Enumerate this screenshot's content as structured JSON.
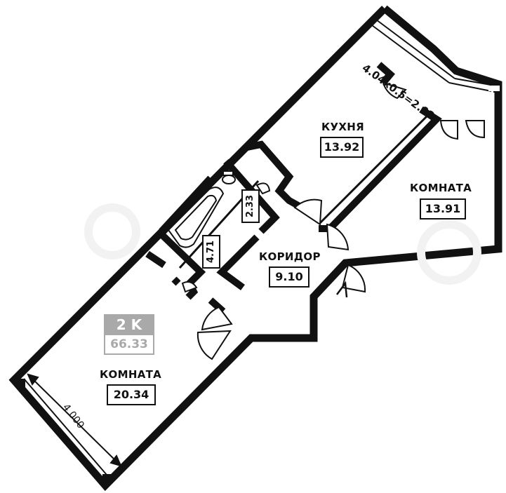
{
  "plan": {
    "type_badge": "2 K",
    "total_area": "66.33",
    "rooms": {
      "kitchen": {
        "name": "КУХНЯ",
        "area": "13.92"
      },
      "room_right": {
        "name": "КОМНАТА",
        "area": "13.91"
      },
      "corridor": {
        "name": "КОРИДОР",
        "area": "9.10"
      },
      "room_left": {
        "name": "КОМНАТА",
        "area": "20.34"
      },
      "wc": {
        "area": "2.33"
      },
      "bathroom": {
        "area": "4.71"
      }
    },
    "balcony_formula": "4.04x0.5=2.02",
    "dimension_label": "4 000",
    "colors": {
      "wall": "#111111",
      "badge": "#a9a9a9",
      "background": "#ffffff"
    }
  }
}
